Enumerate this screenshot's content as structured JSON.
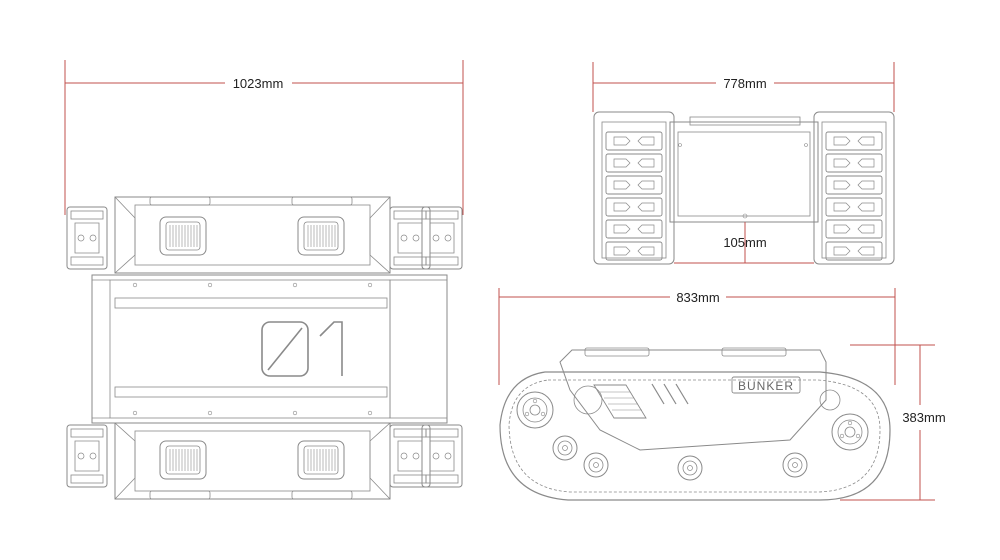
{
  "colors": {
    "dimension_line": "#c0504d",
    "drawing_line": "#8a8a8a",
    "background": "#ffffff"
  },
  "dimensions": {
    "overall_length": "1023mm",
    "width": "778mm",
    "ground_clearance": "105mm",
    "side_length": "833mm",
    "height": "383mm"
  },
  "markings": {
    "deck_number": "01",
    "brand": "BUNKER"
  }
}
